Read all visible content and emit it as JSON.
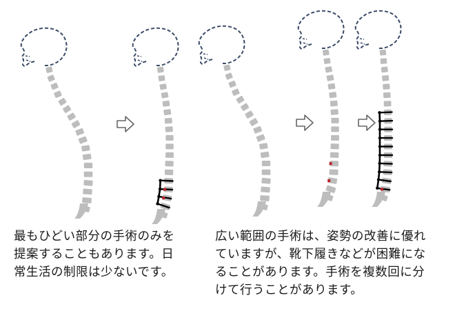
{
  "captions": {
    "left": {
      "lines": [
        "最もひどい部分の手術のみを",
        "提案することもあります。日",
        "常生活の制限は少ないです。"
      ]
    },
    "right": {
      "lines": [
        "広い範囲の手術は、姿勢の改善に優れ",
        "ていますが、靴下履きなどが困難にな",
        "ることがあります。手術を複数回に分",
        "けて行うことがあります。"
      ]
    }
  },
  "colors": {
    "background": "#ffffff",
    "skull_outline": "#3a4a66",
    "vertebra": "#bdbdbd",
    "screw": "#000000",
    "marker": "#c0202a",
    "arrow_outline": "#666666",
    "text": "#1a1a1a"
  },
  "figures": [
    {
      "name": "spine-before-left",
      "spine": "curved",
      "hardware": "none",
      "markers": 0
    },
    {
      "name": "spine-after-left-short-fusion",
      "spine": "mostly-straight",
      "hardware": "short",
      "markers": 2
    },
    {
      "name": "spine-before-right",
      "spine": "curved",
      "hardware": "none",
      "markers": 0
    },
    {
      "name": "spine-intermediate-right",
      "spine": "mostly-straight",
      "hardware": "none",
      "markers": 2
    },
    {
      "name": "spine-after-right-long-fusion",
      "spine": "straight",
      "hardware": "long",
      "markers": 1
    }
  ],
  "arrows": [
    {
      "name": "arrow-left",
      "icon": "outline-right-arrow"
    },
    {
      "name": "arrow-right-1",
      "icon": "outline-right-arrow"
    },
    {
      "name": "arrow-right-2",
      "icon": "outline-right-arrow"
    }
  ]
}
